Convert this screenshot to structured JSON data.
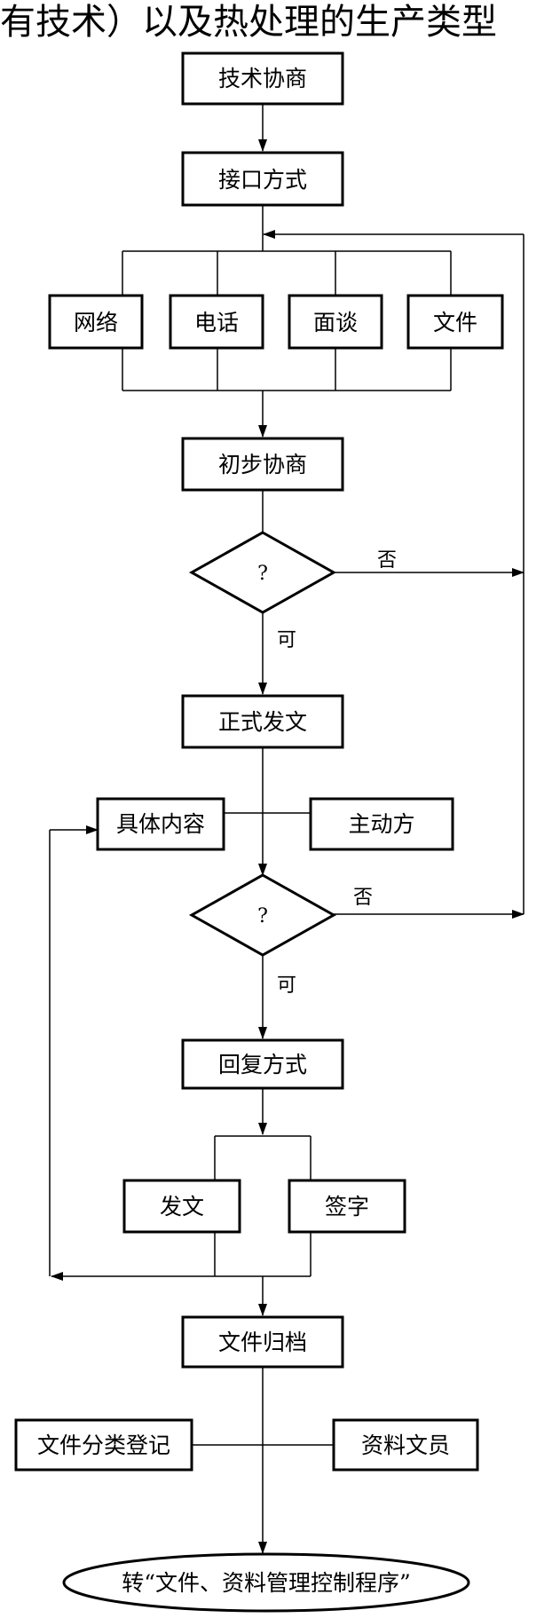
{
  "header_text": "有技术）以及热处理的生产类型",
  "nodes": {
    "tech_negotiation": "技术协商",
    "interface_mode": "接口方式",
    "network": "网络",
    "phone": "电话",
    "interview": "面谈",
    "document": "文件",
    "preliminary_negotiation": "初步协商",
    "decision_1": "?",
    "formal_issuance": "正式发文",
    "specific_content": "具体内容",
    "initiating_party": "主动方",
    "decision_2": "?",
    "reply_mode": "回复方式",
    "issue_doc": "发文",
    "signature": "签字",
    "file_archive": "文件归档",
    "file_registration": "文件分类登记",
    "records_clerk": "资料文员",
    "transfer_procedure": "转“文件、资料管理控制程序”"
  },
  "edge_labels": {
    "no_1": "否",
    "yes_1": "可",
    "no_2": "否",
    "yes_2": "可"
  }
}
